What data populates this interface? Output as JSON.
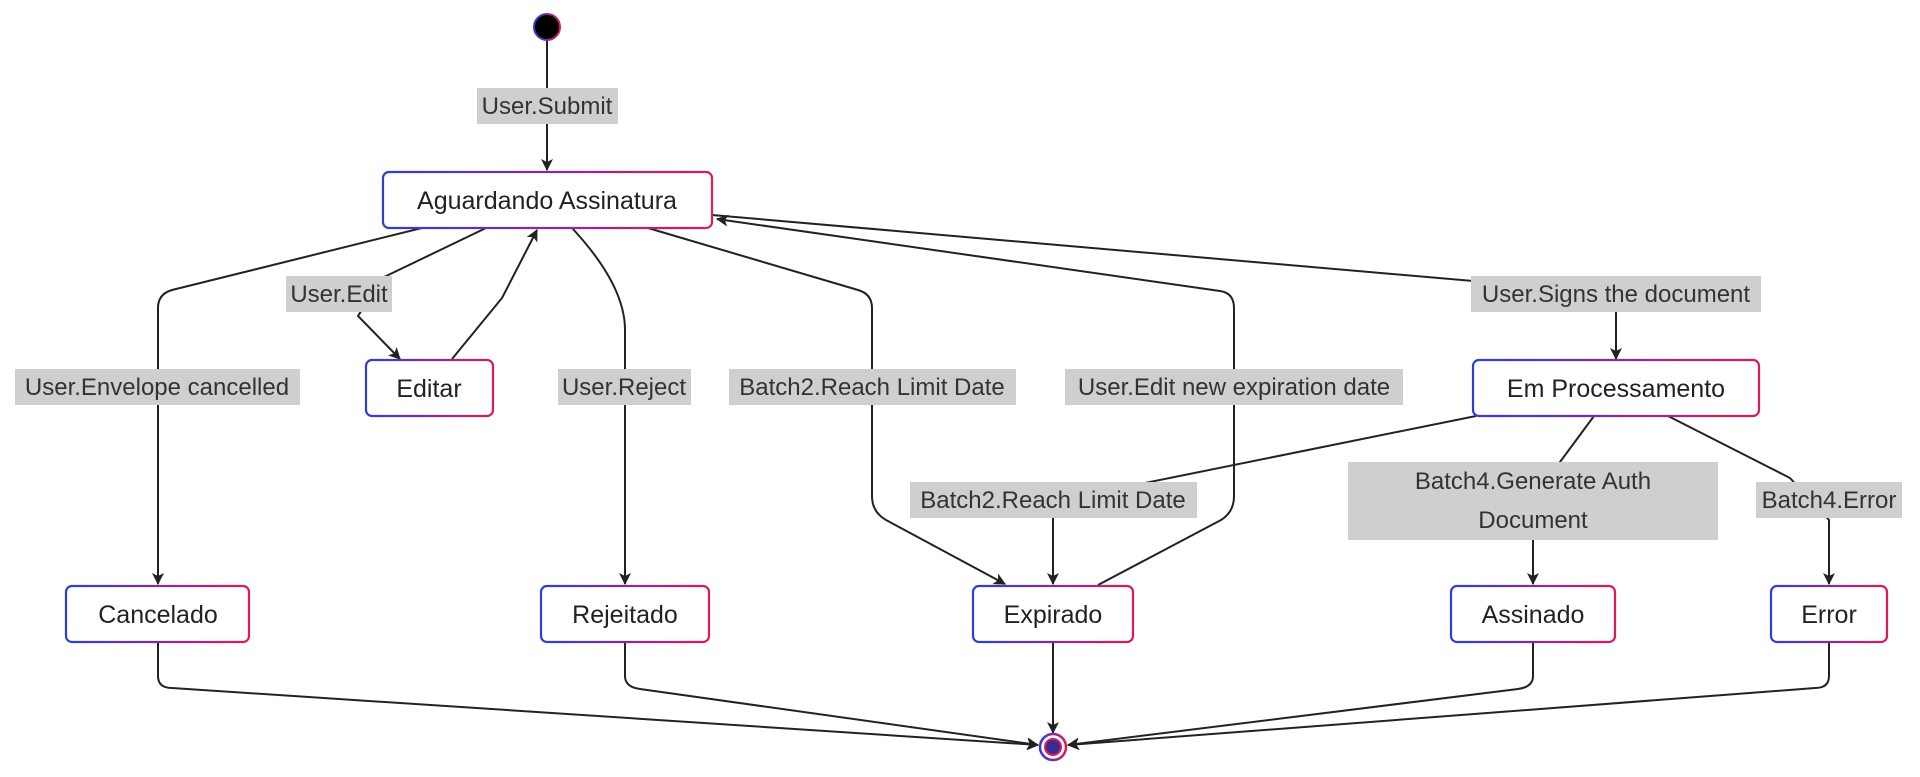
{
  "colors": {
    "border_start": "#2b3fd6",
    "border_end": "#e0195a",
    "edge": "#222222",
    "label_bg": "#cfcfcf"
  },
  "states": {
    "aguardando": "Aguardando Assinatura",
    "editar": "Editar",
    "em_processamento": "Em Processamento",
    "cancelado": "Cancelado",
    "rejeitado": "Rejeitado",
    "expirado": "Expirado",
    "assinado": "Assinado",
    "error": "Error"
  },
  "transitions": {
    "user_submit": "User.Submit",
    "user_edit": "User.Edit",
    "user_envelope_cancelled": "User.Envelope cancelled",
    "user_reject": "User.Reject",
    "batch2_reach_limit_date": "Batch2.Reach Limit Date",
    "user_edit_new_expiration": "User.Edit new expiration date",
    "user_signs_document": "User.Signs the document",
    "batch2_reach_limit_date_2": "Batch2.Reach Limit Date",
    "batch4_generate_auth_line1": "Batch4.Generate Auth",
    "batch4_generate_auth_line2": "Document",
    "batch4_error": "Batch4.Error"
  }
}
